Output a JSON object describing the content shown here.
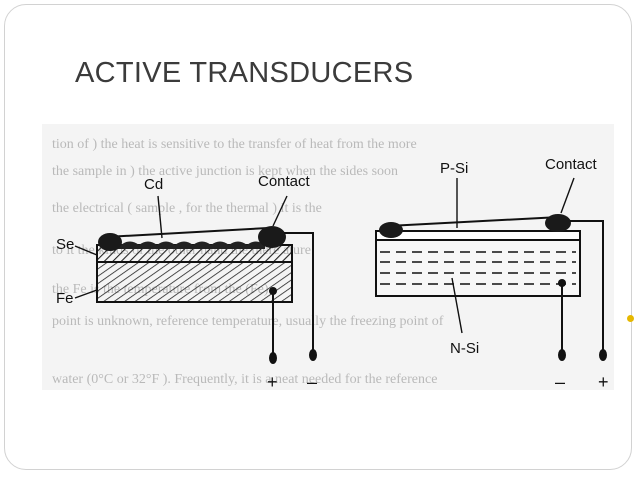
{
  "slide": {
    "title": "ACTIVE TRANSDUCERS",
    "accent_color": "#e6b800"
  },
  "figure": {
    "background_text_lines": [
      "tion of  ) the heat  is  sensitive to  the transfer of heat from  the more",
      "the sample in   ) the active  junction is  kept when the sides soon",
      "the electrical  ( sample , for the thermal ) it is   the",
      "to it the   kinds  of  the   other   hand   the   there   ature",
      "the   Fe  is  the  temperature  from  the   (Fe)",
      "point is  unknown, reference temperature, usually the freezing point of",
      "water  (0°C  or 32°F ).  Frequently,  it is a neat needed for the reference"
    ],
    "cell_left": {
      "labels": {
        "cd": "Cd",
        "contact": "Contact",
        "se": "Se",
        "fe": "Fe",
        "plus": "+",
        "minus": "–"
      }
    },
    "cell_right": {
      "labels": {
        "psi": "P-Si",
        "contact": "Contact",
        "nsi": "N-Si",
        "minus": "–",
        "plus": "+"
      }
    }
  }
}
